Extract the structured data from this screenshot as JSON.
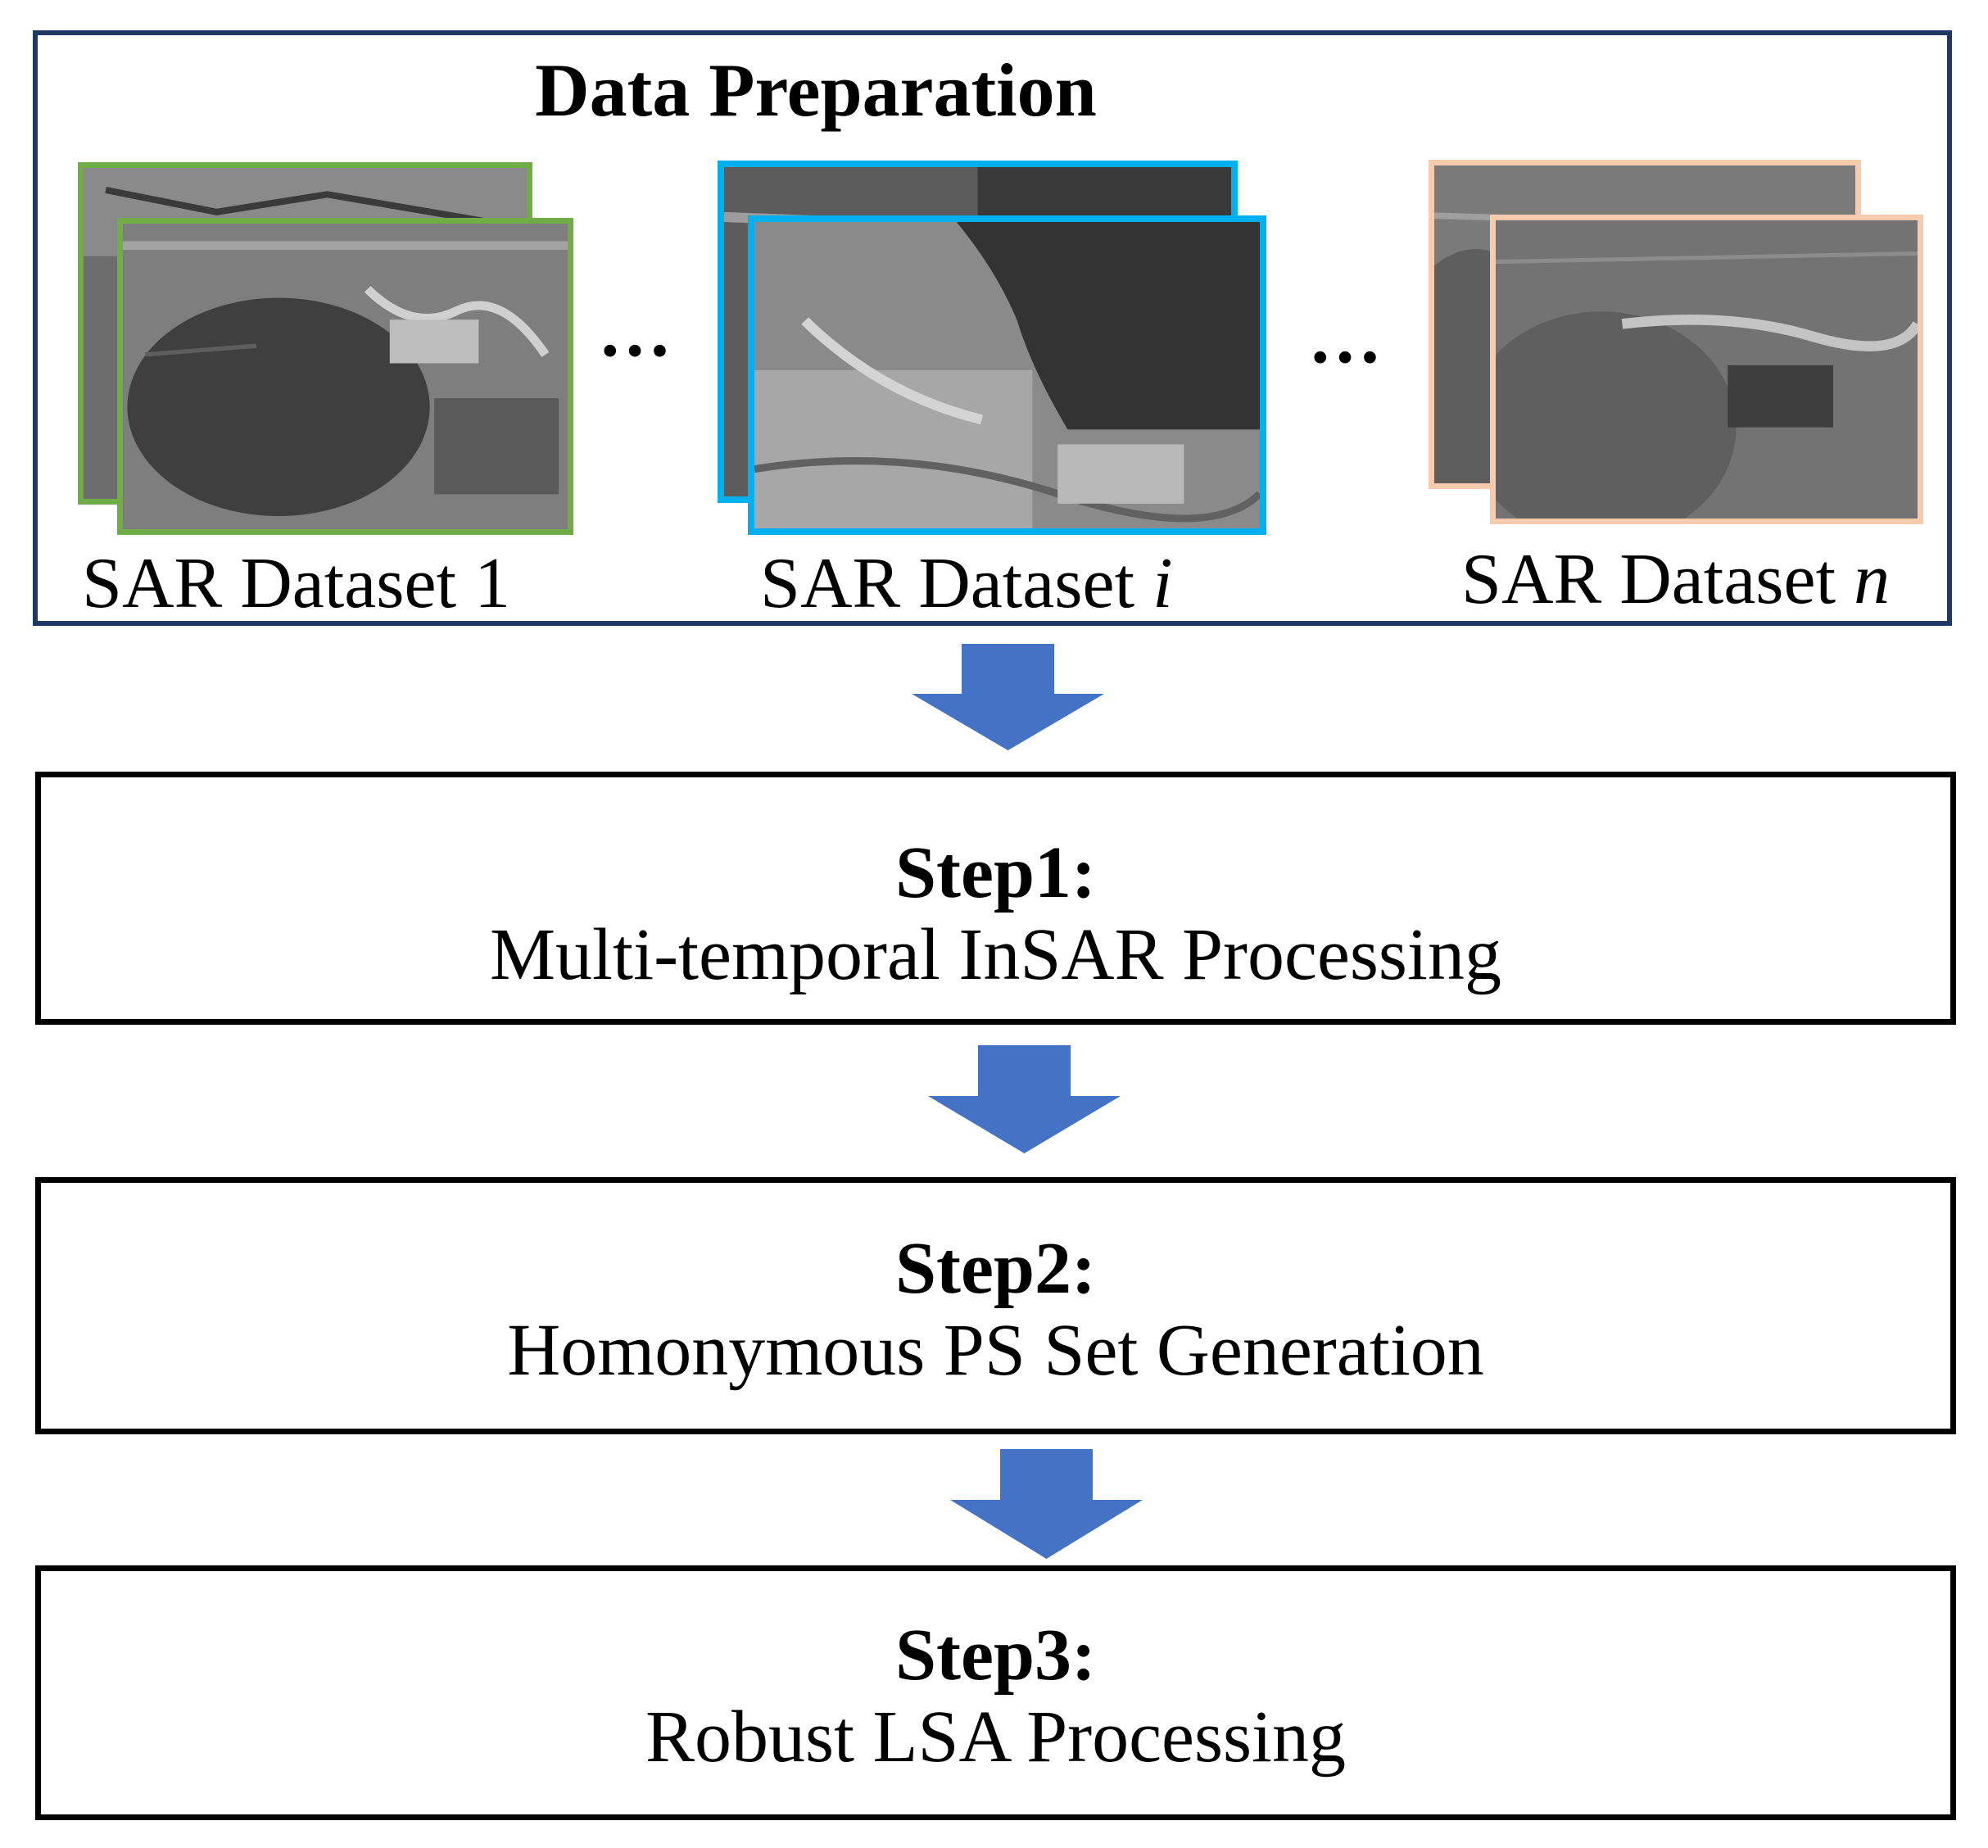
{
  "data_preparation": {
    "title": "Data Preparation",
    "ellipsis": "…",
    "datasets": [
      {
        "label_prefix": "SAR Dataset ",
        "label_var": "1",
        "border_color": "#70ad47"
      },
      {
        "label_prefix": "SAR Dataset ",
        "label_var": "i",
        "border_color": "#00b0f0"
      },
      {
        "label_prefix": "SAR Dataset ",
        "label_var": "n",
        "border_color": "#f8cbad"
      }
    ],
    "panel_border_color": "#1f3864"
  },
  "arrow_color": "#4472c4",
  "steps": [
    {
      "title": "Step1:",
      "description": "Multi-temporal InSAR Processing"
    },
    {
      "title": "Step2:",
      "description": "Homonymous PS Set Generation"
    },
    {
      "title": "Step3:",
      "description": "Robust LSA Processing"
    }
  ]
}
